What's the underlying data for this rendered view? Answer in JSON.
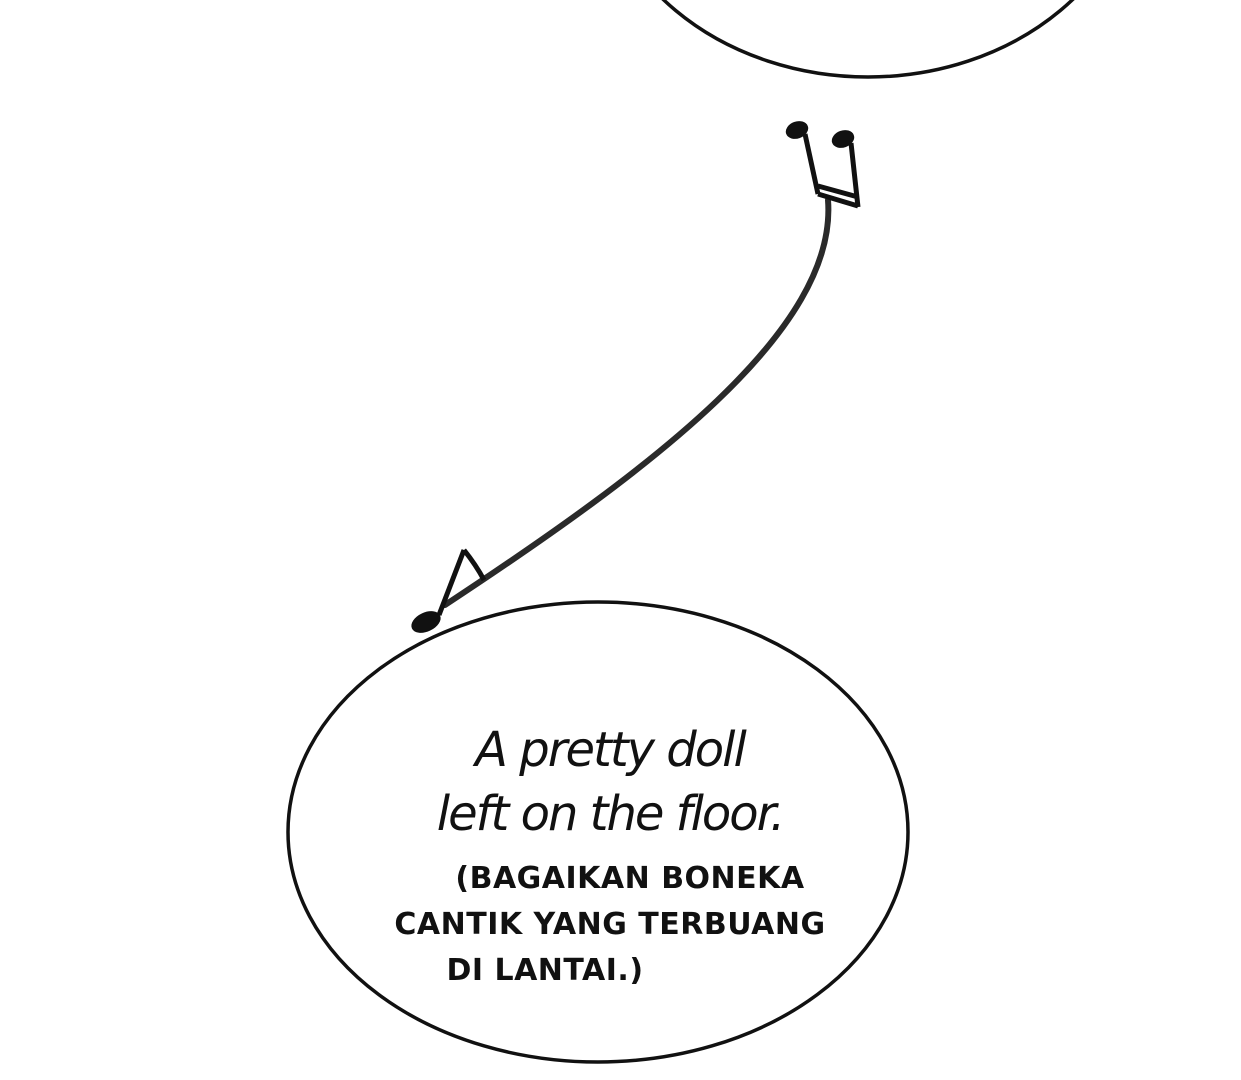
{
  "speech_bubble": {
    "english_lines": [
      "A pretty doll",
      "left on the floor."
    ],
    "translation_lines": [
      "(BAGAIKAN BONEKA",
      "CANTIK YANG TERBUANG",
      "DI LANTAI.)"
    ]
  },
  "colors": {
    "ink": "#111111",
    "background": "#ffffff"
  },
  "icons": [
    "beamed-sixteenth-notes-icon",
    "eighth-note-icon"
  ]
}
